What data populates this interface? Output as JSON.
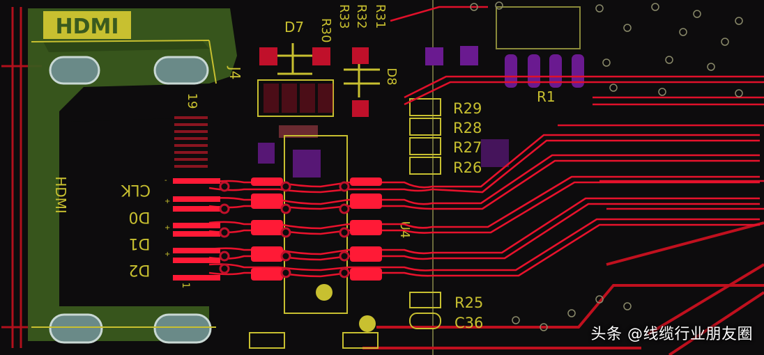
{
  "silkscreen": {
    "hdmi_logo": "HDMI",
    "connector_body_label": "HDMI",
    "connector_ref": "J4",
    "pin_number_top": "19",
    "pin_number_bottom": "1",
    "pair_labels": [
      "CLK",
      "D0",
      "D1",
      "D2"
    ],
    "diodes": [
      "D7",
      "D8"
    ],
    "resistors_vertical": [
      "R30",
      "R33",
      "R32",
      "R31"
    ],
    "resistors_right": [
      "R29",
      "R28",
      "R27",
      "R26"
    ],
    "resistor_pack": "R1",
    "bottom_parts": [
      "R25",
      "C36"
    ],
    "ic_ref": "U4"
  },
  "colors": {
    "board": "#0d0c0d",
    "copper_top": "#e0102a",
    "ground_pour": "#3a5a1e",
    "silkscreen": "#c8c030",
    "pad_purple": "#7a1aa0"
  },
  "watermark": "头条 @线缆行业朋友圈"
}
